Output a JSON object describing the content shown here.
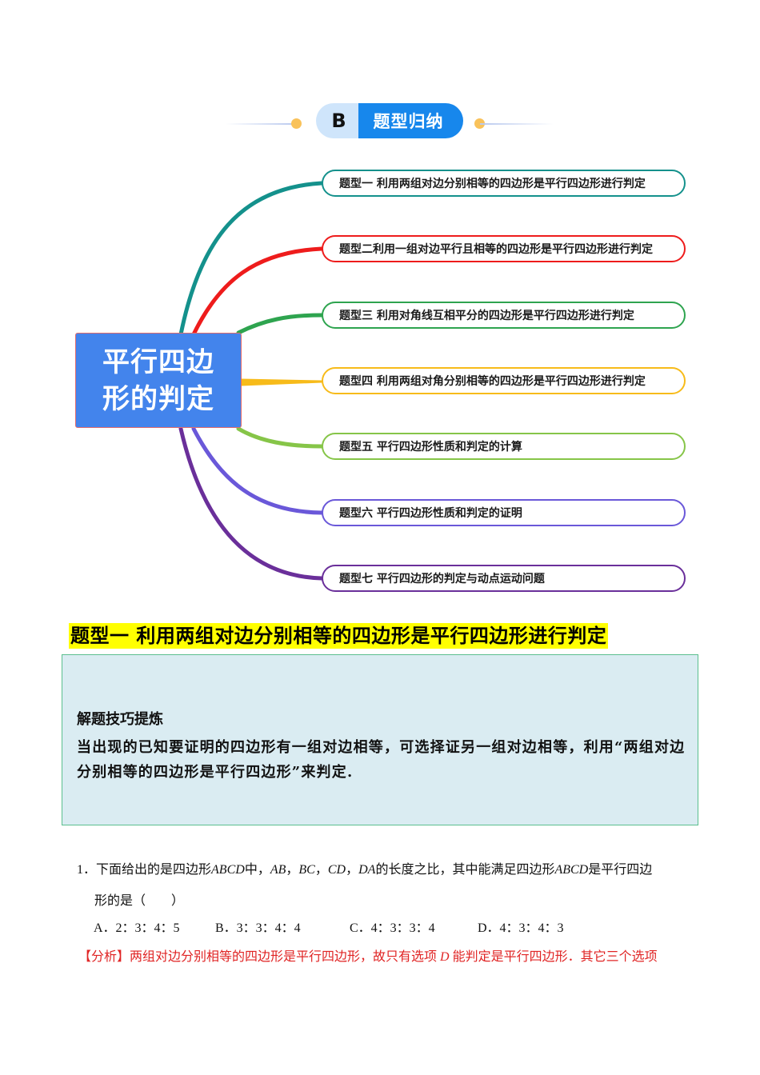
{
  "section_header": {
    "letter": "B",
    "label": "题型归纳",
    "colors": {
      "letter_bg": "#cfe5fb",
      "label_bg": "#1787ec",
      "dot": "#f9c25a"
    }
  },
  "mindmap": {
    "root": {
      "line1": "平行四边",
      "line2": "形的判定",
      "color": "#4384ec"
    },
    "branches": [
      {
        "label": "题型一 利用两组对边分别相等的四边形是平行四边形进行判定",
        "color": "#14918c"
      },
      {
        "label": "题型二利用一组对边平行且相等的四边形是平行四边形进行判定",
        "color": "#ee1c1c"
      },
      {
        "label": "题型三 利用对角线互相平分的四边形是平行四边形进行判定",
        "color": "#2ea44f"
      },
      {
        "label": "题型四 利用两组对角分别相等的四边形是平行四边形进行判定",
        "color": "#f7bb1a"
      },
      {
        "label": "题型五 平行四边形性质和判定的计算",
        "color": "#86c548"
      },
      {
        "label": "题型六  平行四边形性质和判定的证明",
        "color": "#6a58d9"
      },
      {
        "label": "题型七  平行四边形的判定与动点运动问题",
        "color": "#6a2f9a"
      }
    ]
  },
  "topic": {
    "title": "题型一  利用两组对边分别相等的四边形是平行四边形进行判定",
    "highlight": "#ffff00"
  },
  "tip": {
    "title": "解题技巧提炼",
    "text": "当出现的已知要证明的四边形有一组对边相等，可选择证另一组对边相等，利用“两组对边分别相等的四边形是平行四边形”来判定."
  },
  "question": {
    "number": "1．",
    "line1_parts": [
      "下面给出的是四边形",
      "ABCD",
      "中，",
      "AB",
      "，",
      "BC",
      "，",
      "CD",
      "，",
      "DA",
      "的长度之比，其中能满足四边形",
      "ABCD",
      "是平行四边"
    ],
    "line2": "形的是（　　）",
    "options": [
      {
        "label": "A．2：3：4：5"
      },
      {
        "label": "B．3：3：4：4"
      },
      {
        "label": "C．4：3：3：4"
      },
      {
        "label": "D．4：3：4：3"
      }
    ],
    "analysis": {
      "tag": "【分析】",
      "text_before": "两组对边分别相等的四边形是平行四边形，故只有选项 ",
      "italic": "D",
      "text_after": " 能判定是平行四边形．其它三个选项",
      "color": "#e02424"
    }
  }
}
